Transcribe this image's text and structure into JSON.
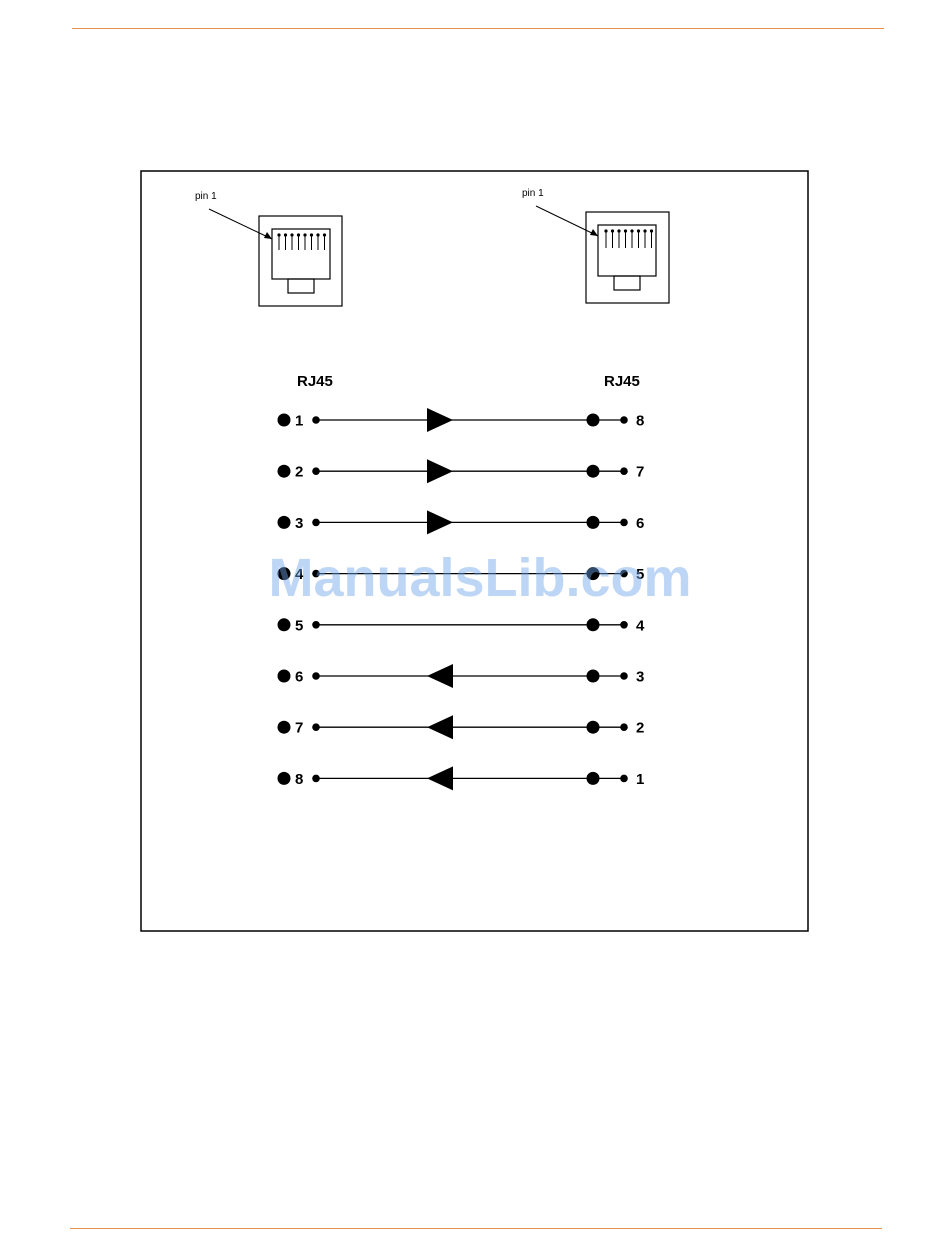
{
  "connectors": {
    "left": {
      "pin_label": "pin 1",
      "name": "RJ45"
    },
    "right": {
      "pin_label": "pin 1",
      "name": "RJ45"
    }
  },
  "wires": [
    {
      "left": "1",
      "right": "8",
      "direction": "right"
    },
    {
      "left": "2",
      "right": "7",
      "direction": "right"
    },
    {
      "left": "3",
      "right": "6",
      "direction": "right"
    },
    {
      "left": "4",
      "right": "5",
      "direction": "none"
    },
    {
      "left": "5",
      "right": "4",
      "direction": "none"
    },
    {
      "left": "6",
      "right": "3",
      "direction": "left"
    },
    {
      "left": "7",
      "right": "2",
      "direction": "left"
    },
    {
      "left": "8",
      "right": "1",
      "direction": "left"
    }
  ],
  "watermark": "ManualsLib.com",
  "colors": {
    "rule": "#e8904a",
    "ink": "#000000",
    "watermark": "#6fa3e8"
  }
}
